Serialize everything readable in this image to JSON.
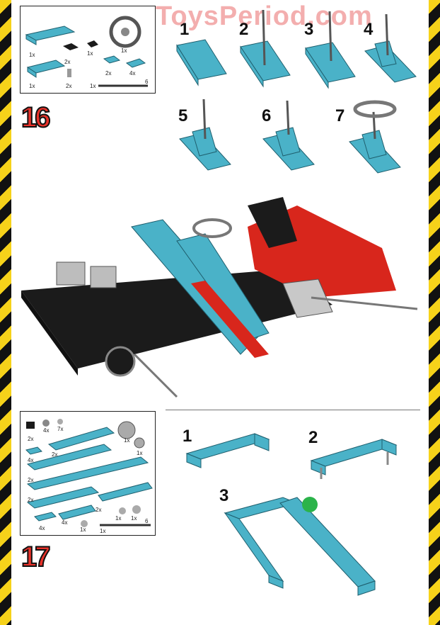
{
  "watermark": "ToysPeriod.com",
  "steps": {
    "s16": {
      "number": "16",
      "substeps": [
        "1",
        "2",
        "3",
        "4",
        "5",
        "6",
        "7"
      ],
      "parts_labels": [
        "1x",
        "2x",
        "1x",
        "1x",
        "1x",
        "2x",
        "4x",
        "2x",
        "1x"
      ],
      "axle_length": "6"
    },
    "s17": {
      "number": "17",
      "substeps": [
        "1",
        "2",
        "3"
      ],
      "parts_labels": [
        "2x",
        "4x",
        "7x",
        "1x",
        "2x",
        "1x",
        "4x",
        "2x",
        "2x",
        "2x",
        "4x",
        "4x",
        "1x",
        "1x",
        "1x",
        "1x"
      ],
      "axle_length": "6"
    }
  },
  "colors": {
    "brick_blue": "#4ab2c8",
    "brick_red": "#d8261c",
    "brick_black": "#1b1b1b",
    "hazard_yellow": "#f6d21a",
    "marker_green": "#2bb34a"
  }
}
